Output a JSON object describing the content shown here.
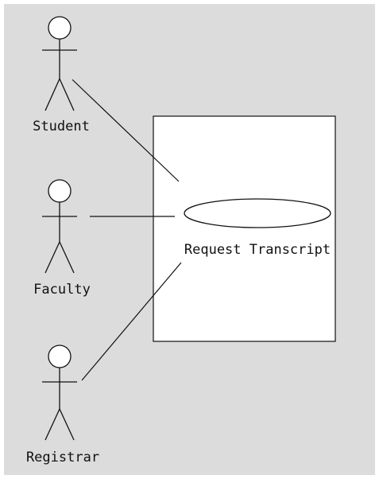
{
  "diagram": {
    "background_color": "#dcdcdc",
    "use_case_box_color": "#ffffff",
    "stroke_color": "#111111",
    "use_case": {
      "label": "Request Transcript"
    },
    "actors": [
      {
        "label": "Student"
      },
      {
        "label": "Faculty"
      },
      {
        "label": "Registrar"
      }
    ]
  }
}
